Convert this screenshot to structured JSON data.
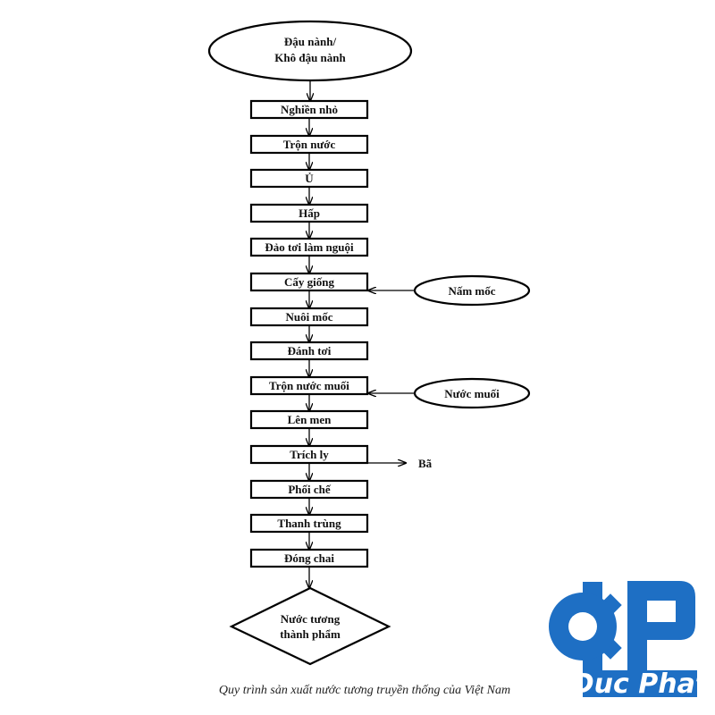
{
  "start_node": {
    "line1": "Đậu nành/",
    "line2": "Khô đậu nành"
  },
  "steps": [
    "Nghiền nhỏ",
    "Trộn nước",
    "Ủ",
    "Hấp",
    "Đảo tơi làm nguội",
    "Cấy giống",
    "Nuôi mốc",
    "Đánh tơi",
    "Trộn nước muối",
    "Lên men",
    "Trích ly",
    "Phối chế",
    "Thanh trùng",
    "Đóng chai"
  ],
  "inputs": [
    {
      "label": "Nấm mốc",
      "into_step": 5
    },
    {
      "label": "Nước muối",
      "into_step": 8
    }
  ],
  "outputs": [
    {
      "label": "Bã",
      "from_step": 10
    }
  ],
  "end_node": {
    "line1": "Nước tương",
    "line2": "thành phẩm"
  },
  "caption": "Quy trình sản xuất nước tương truyền thống của Việt Nam",
  "logo": {
    "text": "Duc Phat",
    "color": "#1e6fc4"
  }
}
